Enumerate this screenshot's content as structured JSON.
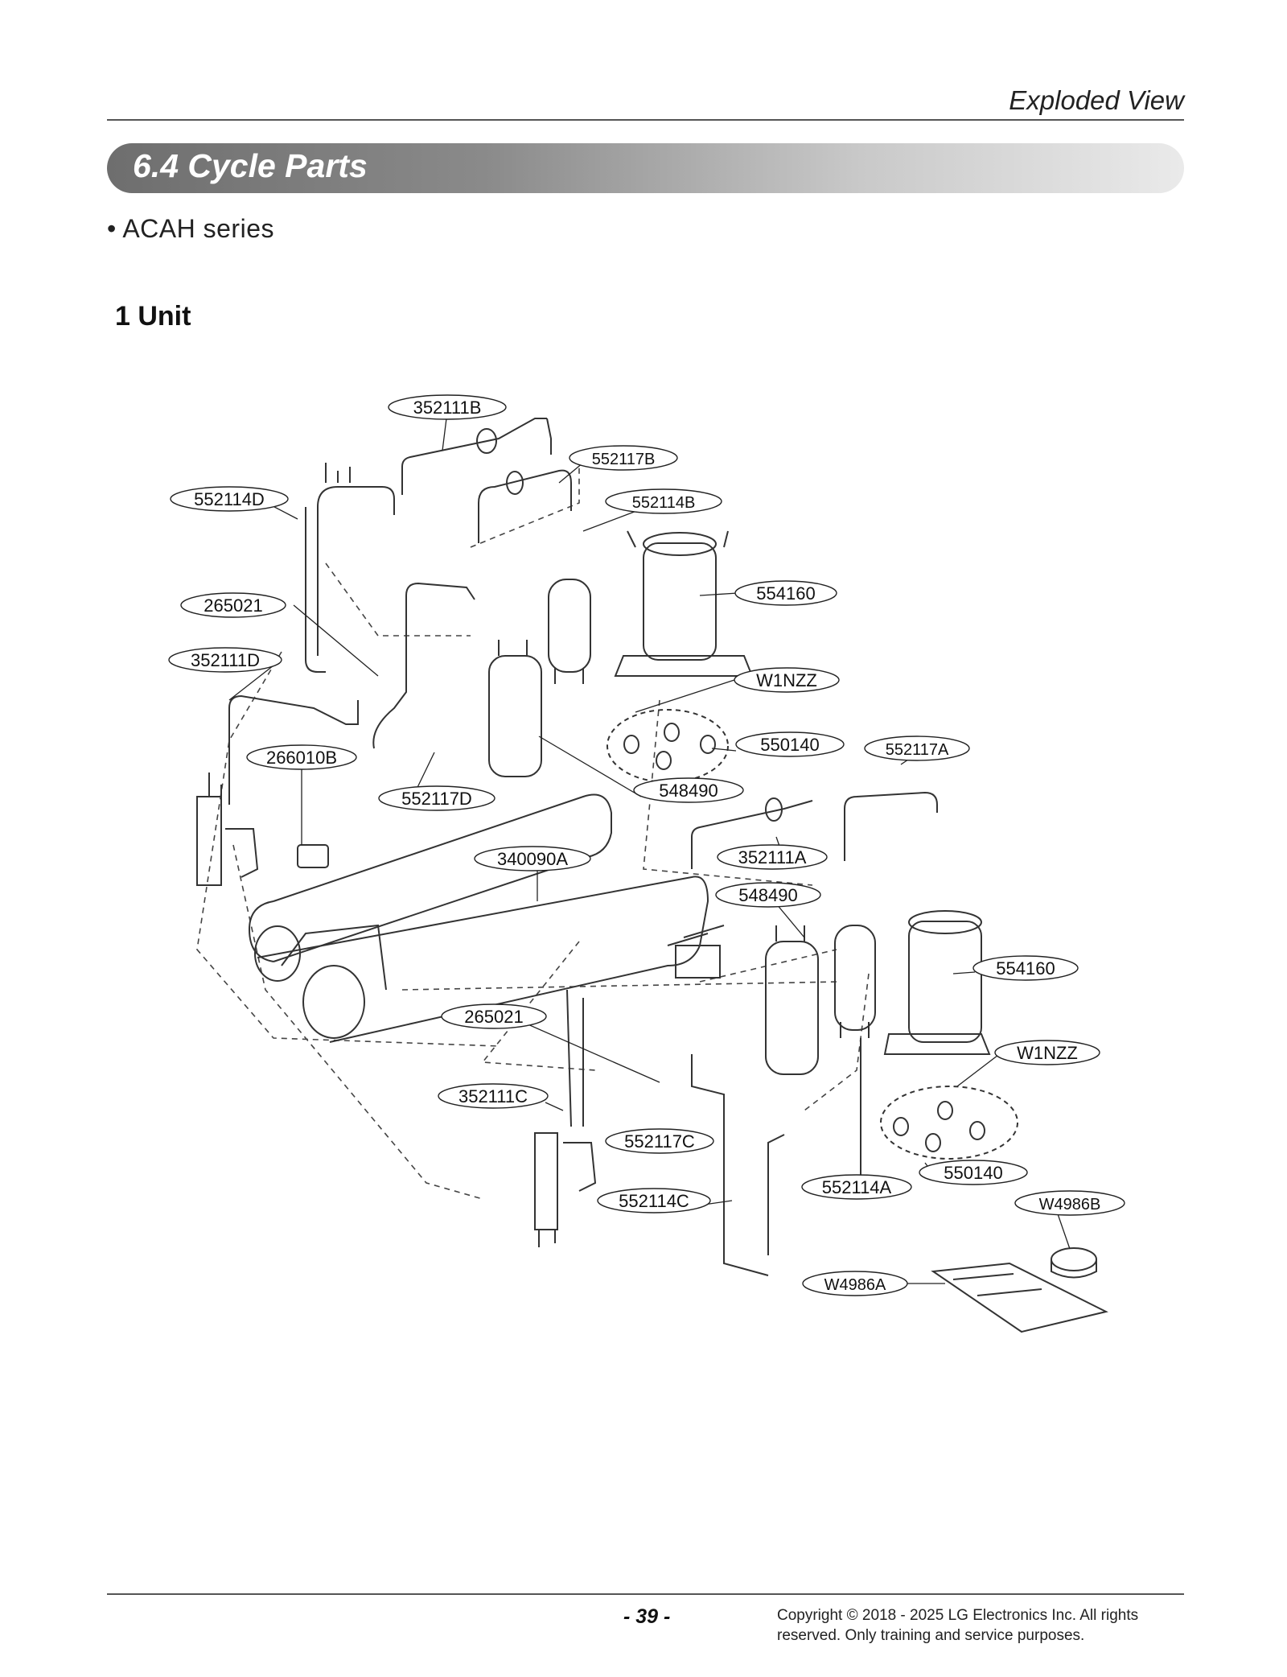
{
  "header": {
    "section_label": "Exploded View"
  },
  "section": {
    "title": "6.4 Cycle Parts"
  },
  "series": "• ACAH series",
  "subtitle": "1 Unit",
  "diagram": {
    "callouts": [
      "352111B",
      "552117B",
      "552114D",
      "552114B",
      "554160",
      "265021",
      "352111D",
      "W1NZZ",
      "550140",
      "552117A",
      "266010B",
      "548490",
      "552117D",
      "352111A",
      "340090A",
      "548490",
      "554160",
      "265021",
      "W1NZZ",
      "352111C",
      "552117C",
      "550140",
      "552114A",
      "W4986B",
      "552114C",
      "W4986A"
    ]
  },
  "footer": {
    "page_number": "- 39 -",
    "copyright_line1": "Copyright © 2018 - 2025 LG Electronics Inc. All rights",
    "copyright_line2": "reserved. Only training and service purposes."
  }
}
